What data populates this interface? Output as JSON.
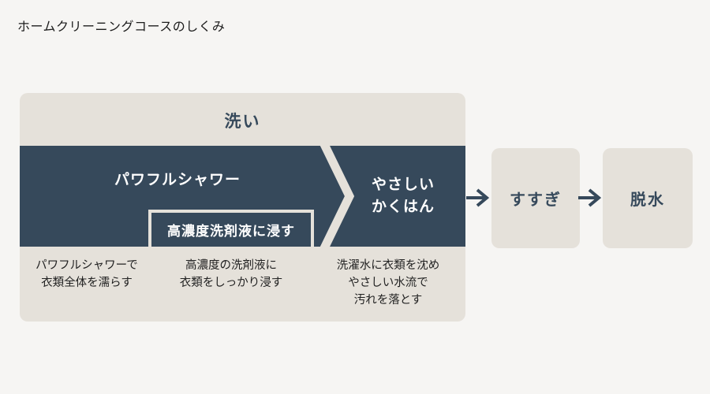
{
  "page": {
    "title": "ホームクリーニングコースのしくみ"
  },
  "colors": {
    "background": "#f6f5f3",
    "panel_beige": "#e5e1da",
    "dark_navy": "#36495b",
    "text_dark": "#222222",
    "text_light": "#ffffff"
  },
  "diagram": {
    "wash_stage": {
      "title": "洗い",
      "band": {
        "step1_label": "パワフルシャワー",
        "soak_label": "高濃度洗剤液に浸す",
        "step3_line1": "やさしい",
        "step3_line2": "かくはん"
      },
      "descriptions": [
        {
          "line1": "パワフルシャワーで",
          "line2": "衣類全体を濡らす"
        },
        {
          "line1": "高濃度の洗剤液に",
          "line2": "衣類をしっかり浸す"
        },
        {
          "line1": "洗濯水に衣類を沈め",
          "line2": "やさしい水流で",
          "line3": "汚れを落とす"
        }
      ]
    },
    "rinse_stage": {
      "label": "すすぎ"
    },
    "spin_stage": {
      "label": "脱水"
    }
  }
}
